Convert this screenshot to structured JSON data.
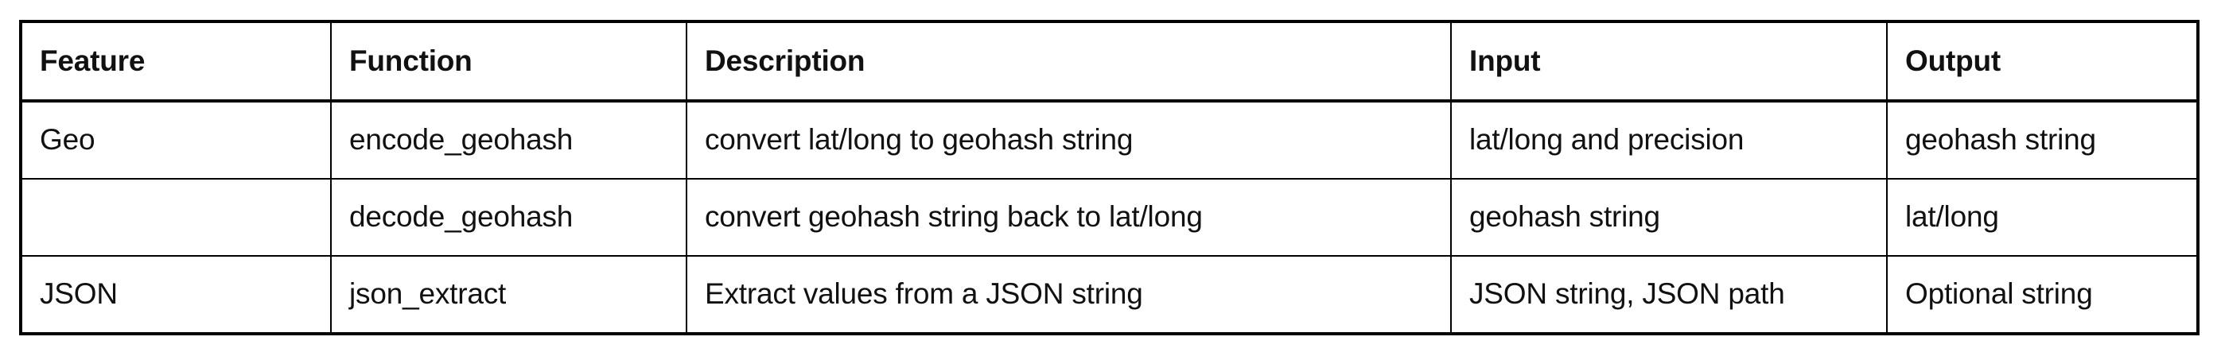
{
  "table": {
    "columns": [
      {
        "key": "feature",
        "label": "Feature"
      },
      {
        "key": "function",
        "label": "Function"
      },
      {
        "key": "description",
        "label": "Description"
      },
      {
        "key": "input",
        "label": "Input"
      },
      {
        "key": "output",
        "label": "Output"
      }
    ],
    "rows": [
      {
        "feature": "Geo",
        "function": "encode_geohash",
        "description": "convert lat/long to geohash string",
        "input": "lat/long and precision",
        "output": "geohash string"
      },
      {
        "feature": "",
        "function": "decode_geohash",
        "description": "convert geohash string back to lat/long",
        "input": "geohash string",
        "output": "lat/long"
      },
      {
        "feature": "JSON",
        "function": "json_extract",
        "description": "Extract values from a JSON string",
        "input": "JSON string, JSON path",
        "output": "Optional string"
      }
    ]
  },
  "style": {
    "border_color": "#000000",
    "text_color": "#111111",
    "background": "#ffffff"
  }
}
